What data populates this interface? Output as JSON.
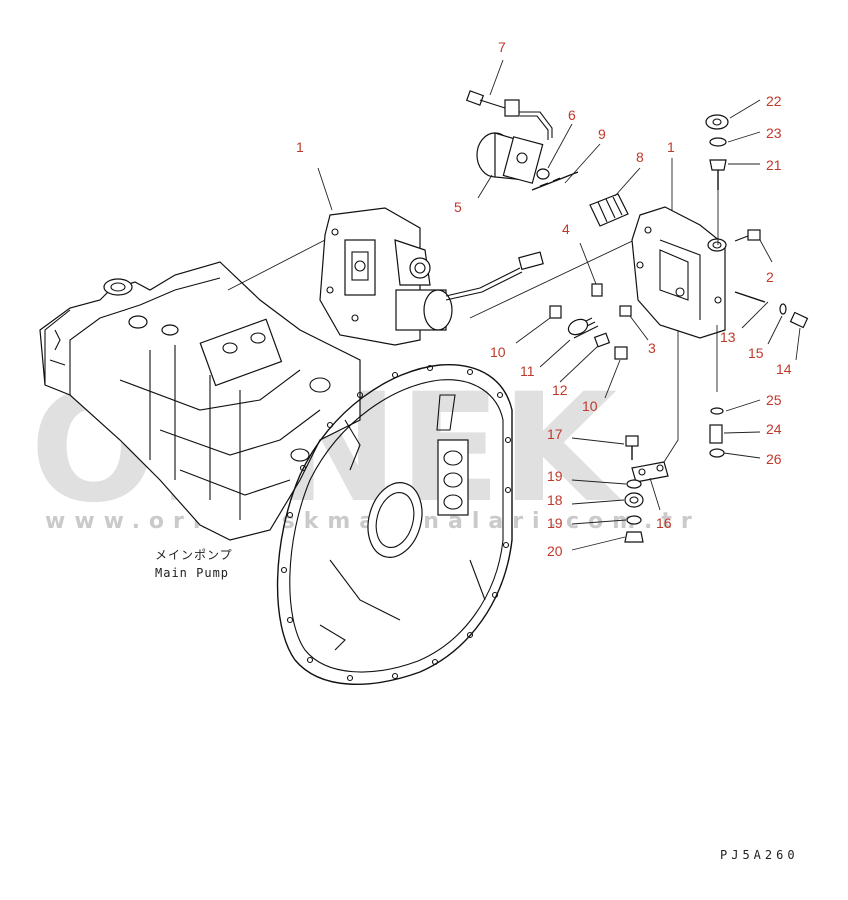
{
  "watermark": {
    "brand": "ORNEK",
    "url": "www.ornekiskmakinalari.com.tr"
  },
  "captions": {
    "jp": "メインポンプ",
    "en": "Main Pump",
    "code": "PJ5A260"
  },
  "callouts": {
    "c1a": "1",
    "c1b": "1",
    "c2": "2",
    "c3": "3",
    "c4": "4",
    "c5": "5",
    "c6": "6",
    "c7": "7",
    "c8": "8",
    "c9": "9",
    "c10a": "10",
    "c10b": "10",
    "c11": "11",
    "c12": "12",
    "c13": "13",
    "c14": "14",
    "c15": "15",
    "c16": "16",
    "c17": "17",
    "c18": "18",
    "c19a": "19",
    "c19b": "19",
    "c20": "20",
    "c21": "21",
    "c22": "22",
    "c23": "23",
    "c24": "24",
    "c25": "25",
    "c26": "26"
  },
  "colors": {
    "callout": "#c0392b",
    "linework": "#111111",
    "watermark": "#c8c8c8",
    "accent_chevron": "#f5d98a"
  }
}
